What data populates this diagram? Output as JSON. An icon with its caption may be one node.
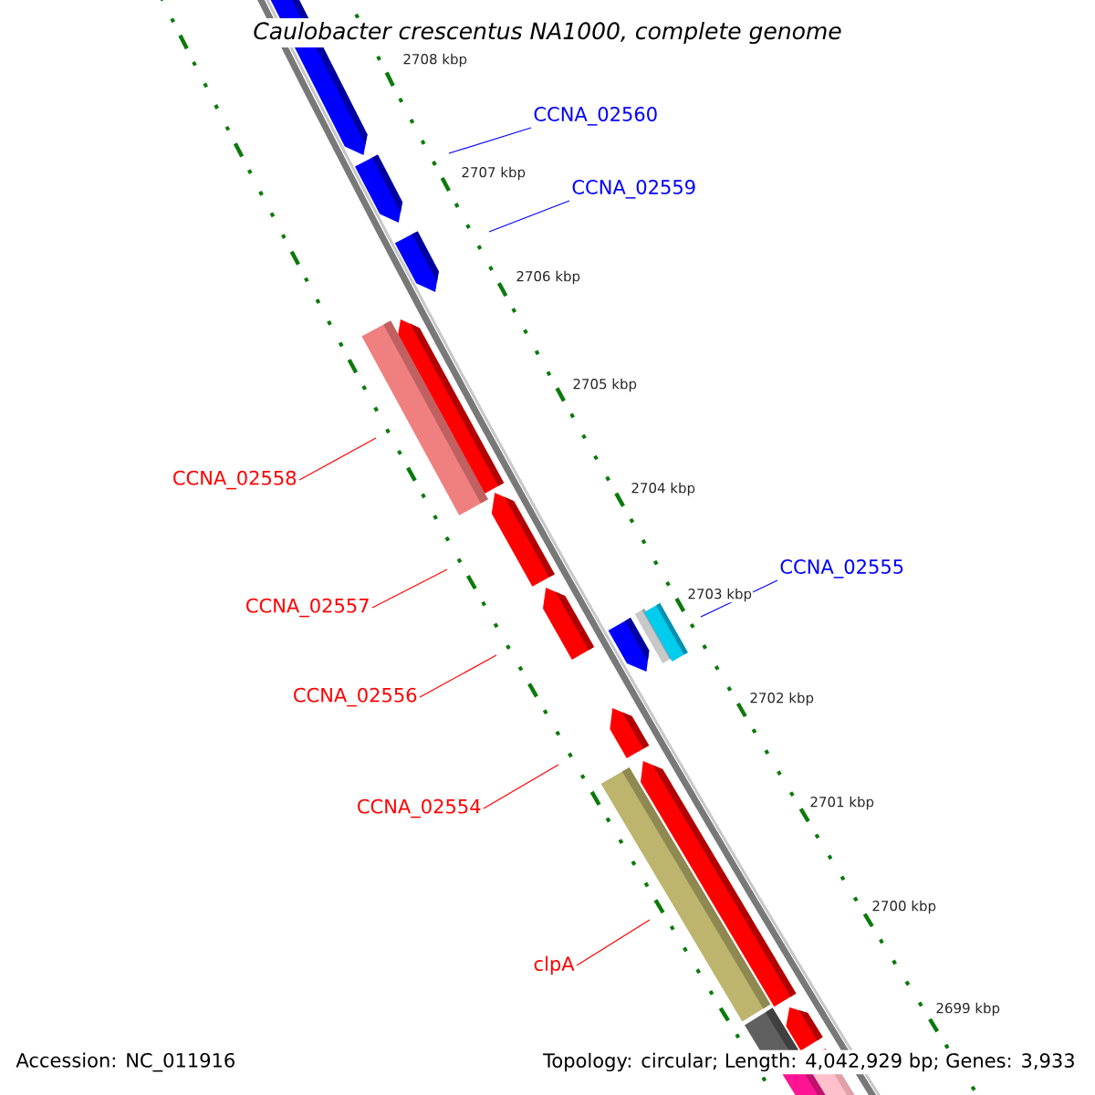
{
  "diagram": {
    "title": "Caulobacter crescentus NA1000, complete genome",
    "nodes": [
      {
        "text": [
          "CCNA_02560"
        ]
      },
      {
        "text": [
          "CCNA_02559"
        ]
      },
      {
        "text": [
          "CCNA_02558"
        ]
      },
      {
        "text": [
          "CCNA_02555"
        ]
      },
      {
        "text": [
          "CCNA_02557"
        ]
      },
      {
        "text": [
          "CCNA_02556"
        ]
      },
      {
        "text": [
          "CCNA_02554"
        ]
      },
      {
        "text": [
          "clpA"
        ]
      }
    ],
    "edges": [
      {
        "from": 0,
        "to": null,
        "arrow": "none",
        "color": "#0000ff"
      },
      {
        "from": 1,
        "to": null,
        "arrow": "none",
        "color": "#0000ff"
      },
      {
        "from": 2,
        "to": null,
        "arrow": "none"
      },
      {
        "from": 3,
        "to": null,
        "arrow": "none",
        "color": "#0000ff"
      },
      {
        "from": 4,
        "to": null,
        "arrow": "none"
      },
      {
        "from": 5,
        "to": null,
        "arrow": "none"
      },
      {
        "from": 6,
        "to": null,
        "arrow": "none"
      },
      {
        "from": 7,
        "to": null,
        "arrow": "none"
      }
    ],
    "labels": [
      "2708 kbp",
      "2707 kbp",
      "2706 kbp",
      "2705 kbp",
      "2704 kbp",
      "2703 kbp",
      "2702 kbp",
      "2701 kbp",
      "2700 kbp",
      "2699 kbp",
      "Accession: NC_011916",
      "Topology: circular; Length: 4,042,929 bp; Genes: 3,933"
    ]
  }
}
